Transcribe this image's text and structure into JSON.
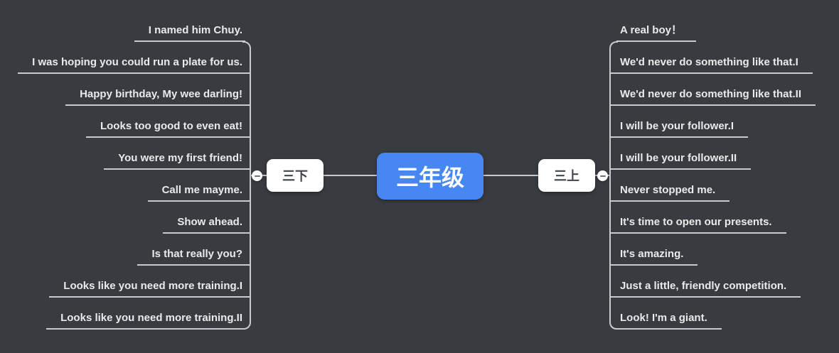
{
  "canvas": {
    "background_color": "#383c40",
    "line_color": "#c8cbcc"
  },
  "root": {
    "label": "三年级",
    "fill_color": "#4687f2",
    "text_color": "#ffffff"
  },
  "branches": [
    {
      "label": "三下",
      "side": "left",
      "collapse_icon": "minus-icon",
      "children": [
        {
          "label": "I named him Chuy."
        },
        {
          "label": "I was hoping you could run a plate for us."
        },
        {
          "label": "Happy birthday, My wee darling!"
        },
        {
          "label": "Looks too good to even eat!"
        },
        {
          "label": "You were my first friend!"
        },
        {
          "label": "Call me mayme."
        },
        {
          "label": "Show ahead."
        },
        {
          "label": "Is that really you?"
        },
        {
          "label": "Looks like you need more training.I"
        },
        {
          "label": "Looks like you need more training.II"
        }
      ]
    },
    {
      "label": "三上",
      "side": "right",
      "collapse_icon": "minus-icon",
      "children": [
        {
          "label": "A real boy！"
        },
        {
          "label": "We'd never do something like that.I"
        },
        {
          "label": "We'd never do something like that.II"
        },
        {
          "label": "I will be your follower.I"
        },
        {
          "label": "I will be your follower.II"
        },
        {
          "label": "Never stopped me."
        },
        {
          "label": "It's time to open our presents."
        },
        {
          "label": "It's amazing."
        },
        {
          "label": "Just a little, friendly competition."
        },
        {
          "label": "Look! I'm a giant."
        }
      ]
    }
  ]
}
